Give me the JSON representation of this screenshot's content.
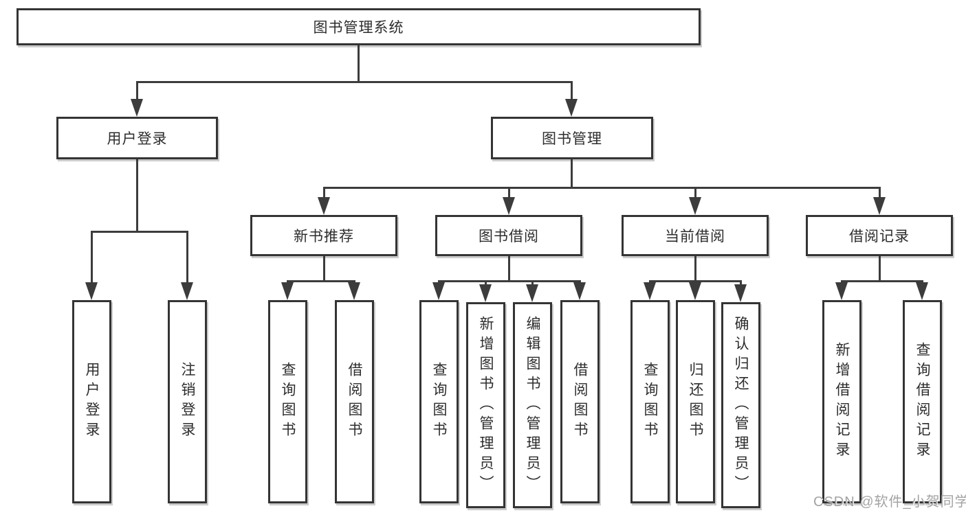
{
  "diagram": {
    "root": {
      "label": "图书管理系统"
    },
    "level2": {
      "user_login": {
        "label": "用户登录"
      },
      "book_mgmt": {
        "label": "图书管理"
      }
    },
    "level3": {
      "new_book_rec": {
        "label": "新书推荐"
      },
      "book_borrow": {
        "label": "图书借阅"
      },
      "current_borrow": {
        "label": "当前借阅"
      },
      "borrow_record": {
        "label": "借阅记录"
      }
    },
    "leaves": {
      "login_user_login": {
        "label": "用户登录"
      },
      "login_logout": {
        "label": "注销登录"
      },
      "rec_query_books": {
        "label": "查询图书"
      },
      "rec_borrow_books": {
        "label": "借阅图书"
      },
      "borrow_query_books": {
        "label": "查询图书"
      },
      "borrow_add_books": {
        "label": "新增图书（管理员）"
      },
      "borrow_edit_books": {
        "label": "编辑图书（管理员）"
      },
      "borrow_borrow_books": {
        "label": "借阅图书"
      },
      "current_query_books": {
        "label": "查询图书"
      },
      "current_return_books": {
        "label": "归还图书"
      },
      "current_confirm_return": {
        "label": "确认归还（管理员）"
      },
      "record_add_record": {
        "label": "新增借阅记录"
      },
      "record_query_record": {
        "label": "查询借阅记录"
      }
    }
  },
  "watermark": {
    "text": "CSDN @软件_小贺同学"
  },
  "colors": {
    "line": "#3c3c3c",
    "border": "#343434",
    "text": "#2d2d2d",
    "watermark": "#a3a3a3",
    "background": "#ffffff"
  }
}
